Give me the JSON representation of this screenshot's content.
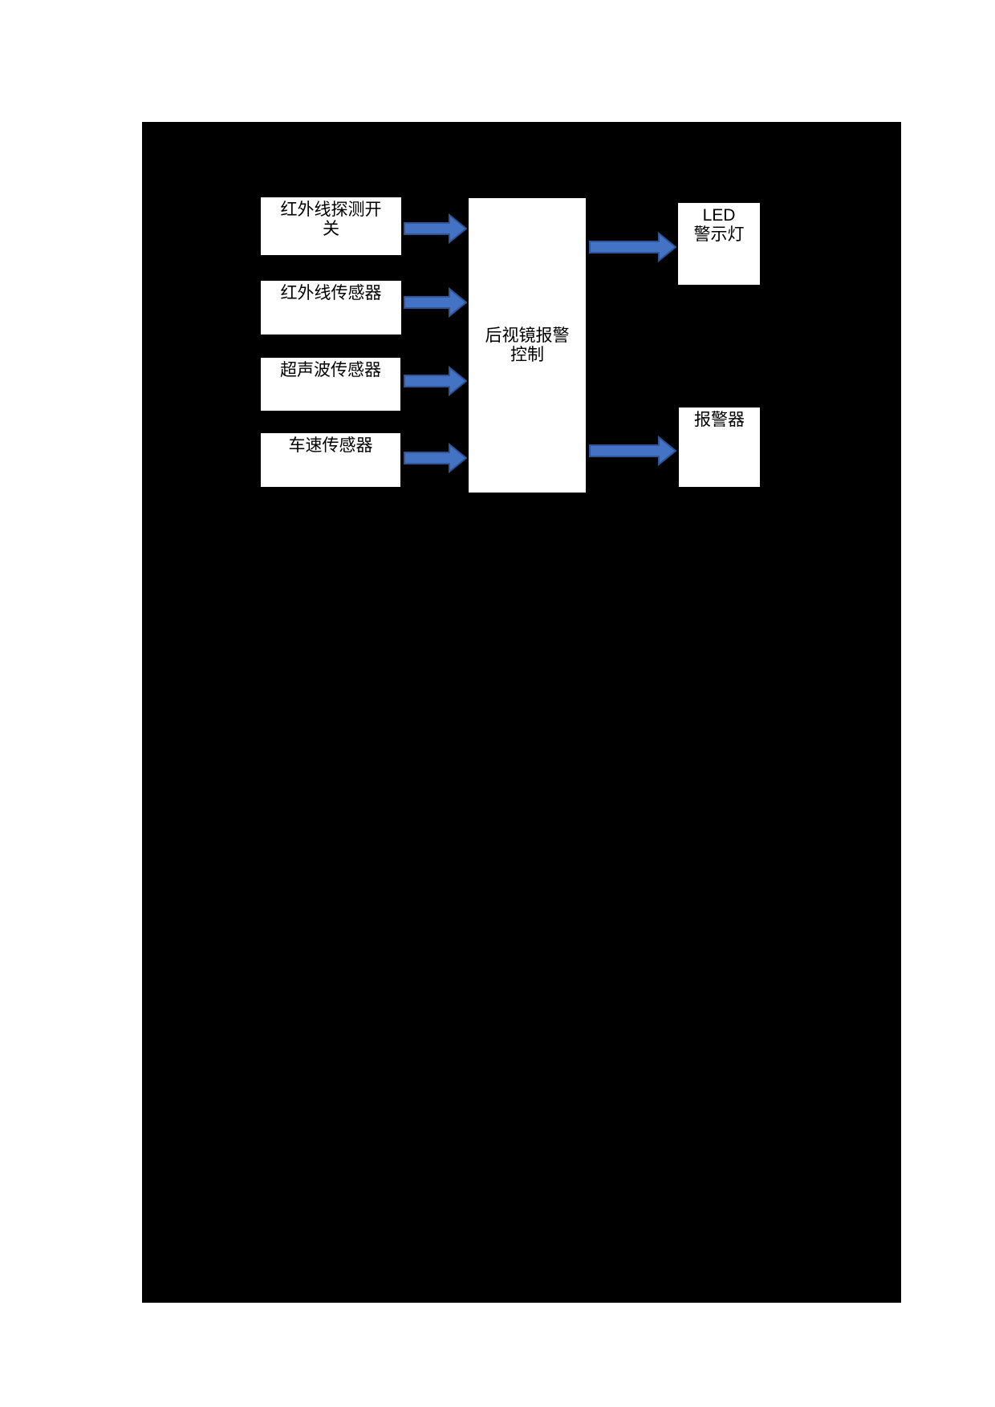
{
  "diagram": {
    "nodes": {
      "infrared_switch": {
        "label": "红外线探测开\n关"
      },
      "infrared_sensor": {
        "label": "红外线传感器"
      },
      "ultrasonic_sensor": {
        "label": "超声波传感器"
      },
      "speed_sensor": {
        "label": "车速传感器"
      },
      "controller": {
        "label": "后视镜报警\n控制"
      },
      "led_light": {
        "label": "LED\n警示灯"
      },
      "alarm": {
        "label": "报警器"
      }
    },
    "edges": [
      {
        "from": "infrared_switch",
        "to": "controller"
      },
      {
        "from": "infrared_sensor",
        "to": "controller"
      },
      {
        "from": "ultrasonic_sensor",
        "to": "controller"
      },
      {
        "from": "speed_sensor",
        "to": "controller"
      },
      {
        "from": "controller",
        "to": "led_light"
      },
      {
        "from": "controller",
        "to": "alarm"
      }
    ],
    "colors": {
      "page_bg": "#ffffff",
      "canvas_bg": "#000000",
      "node_bg": "#ffffff",
      "node_border": "#000000",
      "text": "#000000",
      "arrow_fill": "#4472C4",
      "arrow_stroke": "#2F5597"
    }
  }
}
